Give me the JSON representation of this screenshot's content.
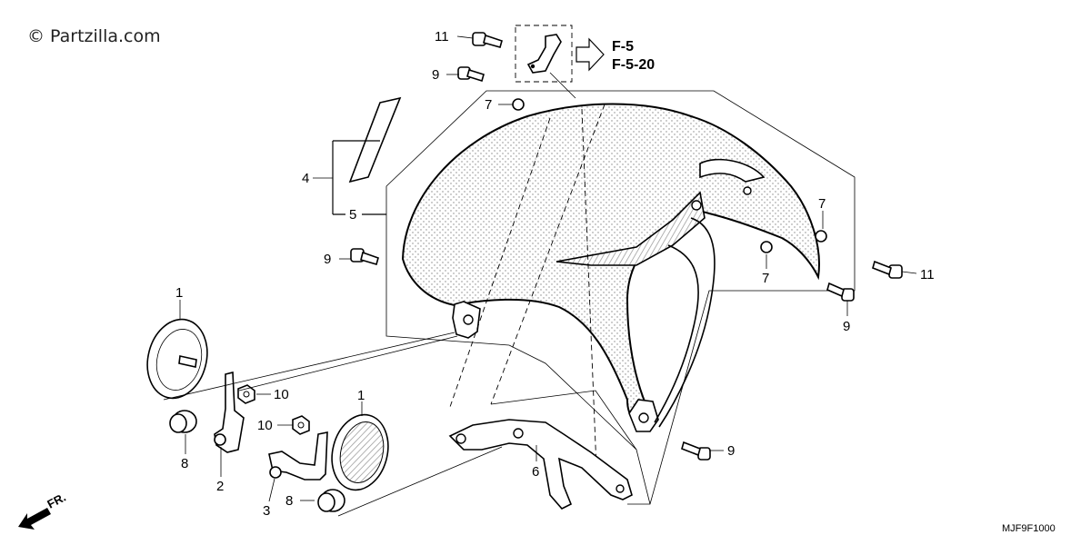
{
  "watermark": "© Partzilla.com",
  "diagram_code": "MJF9F1000",
  "front_indicator": "FR.",
  "reference": {
    "line1": "F-5",
    "line2": "F-5-20"
  },
  "callouts": {
    "c1a": "1",
    "c1b": "1",
    "c2": "2",
    "c3": "3",
    "c4": "4",
    "c5": "5",
    "c6": "6",
    "c7a": "7",
    "c7b": "7",
    "c7c": "7",
    "c8a": "8",
    "c8b": "8",
    "c9a": "9",
    "c9b": "9",
    "c9c": "9",
    "c9d": "9",
    "c10a": "10",
    "c10b": "10",
    "c11a": "11",
    "c11b": "11"
  }
}
